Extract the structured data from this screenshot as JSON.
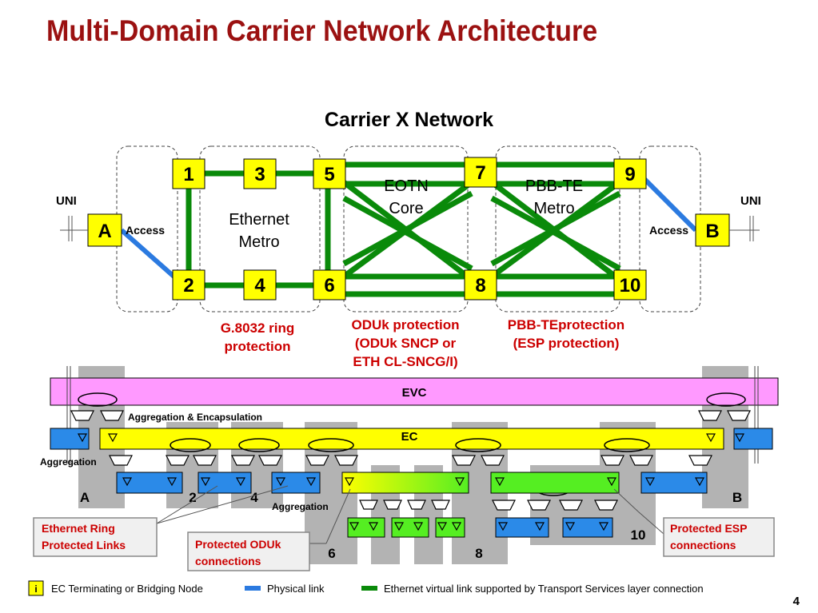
{
  "title": "Multi-Domain Carrier Network Architecture",
  "network_title": "Carrier X Network",
  "domains": {
    "ethernet_metro": [
      "Ethernet",
      "Metro"
    ],
    "eotn_core": [
      "EOTN",
      "Core"
    ],
    "pbbte_metro": [
      "PBB-TE",
      "Metro"
    ]
  },
  "nodes": {
    "n1": "1",
    "n2": "2",
    "n3": "3",
    "n4": "4",
    "n5": "5",
    "n6": "6",
    "n7": "7",
    "n8": "8",
    "n9": "9",
    "n10": "10",
    "a": "A",
    "b": "B"
  },
  "uni_label": "UNI",
  "access_label": "Access",
  "protection": {
    "ethernet": [
      "G.8032 ring",
      "protection"
    ],
    "oduk": [
      "ODUk protection",
      "(ODUk SNCP or",
      "ETH CL-SNCG/I)"
    ],
    "pbbte": [
      "PBB-TEprotection",
      "(ESP protection)"
    ]
  },
  "layers": {
    "evc": "EVC",
    "ec": "EC",
    "agg_encap": "Aggregation & Encapsulation",
    "aggregation": "Aggregation"
  },
  "bottom_nodes": {
    "a": "A",
    "n2": "2",
    "n4": "4",
    "n6": "6",
    "n8": "8",
    "n10": "10",
    "b": "B"
  },
  "callouts": {
    "eth_ring": [
      "Ethernet Ring",
      "Protected Links"
    ],
    "oduk": [
      "Protected ODUk",
      "connections"
    ],
    "esp": [
      "Protected ESP",
      "connections"
    ]
  },
  "legend": {
    "icon_text": "i",
    "ec_node": "EC Terminating or Bridging Node",
    "physical": "Physical link",
    "virtual": "Ethernet virtual link supported by Transport Services layer connection"
  },
  "page_number": "4",
  "colors": {
    "title": "#9b1111",
    "green_link": "#0a8a0a",
    "blue_link": "#2b7ae0",
    "node_fill": "#ffff00",
    "evc_fill": "#ff99ff",
    "red_text": "#cc0000"
  }
}
